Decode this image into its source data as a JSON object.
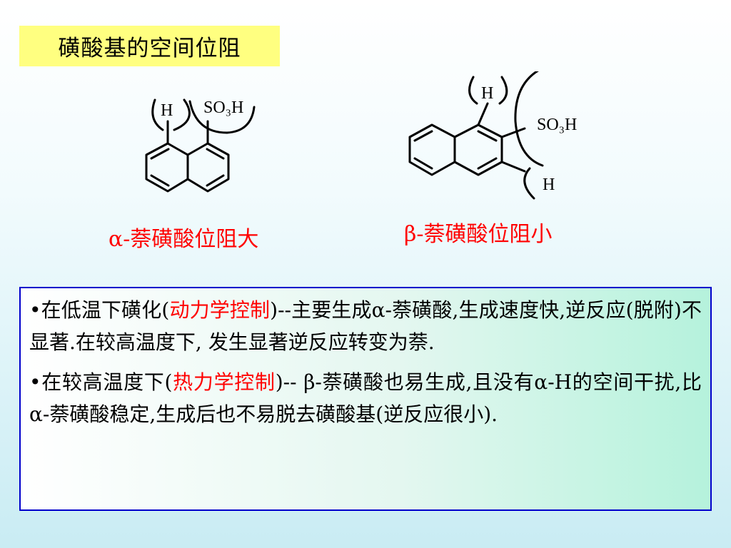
{
  "slide": {
    "title": "磺酸基的空间位阻",
    "alpha": {
      "caption": "α-萘磺酸位阻大",
      "h_label": "H",
      "so3h_label": "SO₃H"
    },
    "beta": {
      "caption": "β-萘磺酸位阻小",
      "h_top_label": "H",
      "so3h_label": "SO₃H",
      "h_bottom_label": "H"
    },
    "paragraphs": [
      {
        "bullet": "•",
        "part1": "在低温下磺化(",
        "highlight": "动力学控制",
        "part2": ")--主要生成α-萘磺酸,生成速度快,逆反应(脱附)不显著.在较高温度下, 发生显著逆反应转变为萘."
      },
      {
        "bullet": "•",
        "part1": "在较高温度下(",
        "highlight": "热力学控制",
        "part2": ")--  β-萘磺酸也易生成,且没有α-H的空间干扰,比α-萘磺酸稳定,生成后也不易脱去磺酸基(逆反应很小)."
      }
    ],
    "colors": {
      "title_bg": "#ffff80",
      "highlight": "#ff0000",
      "box_border": "#0000cc"
    }
  }
}
